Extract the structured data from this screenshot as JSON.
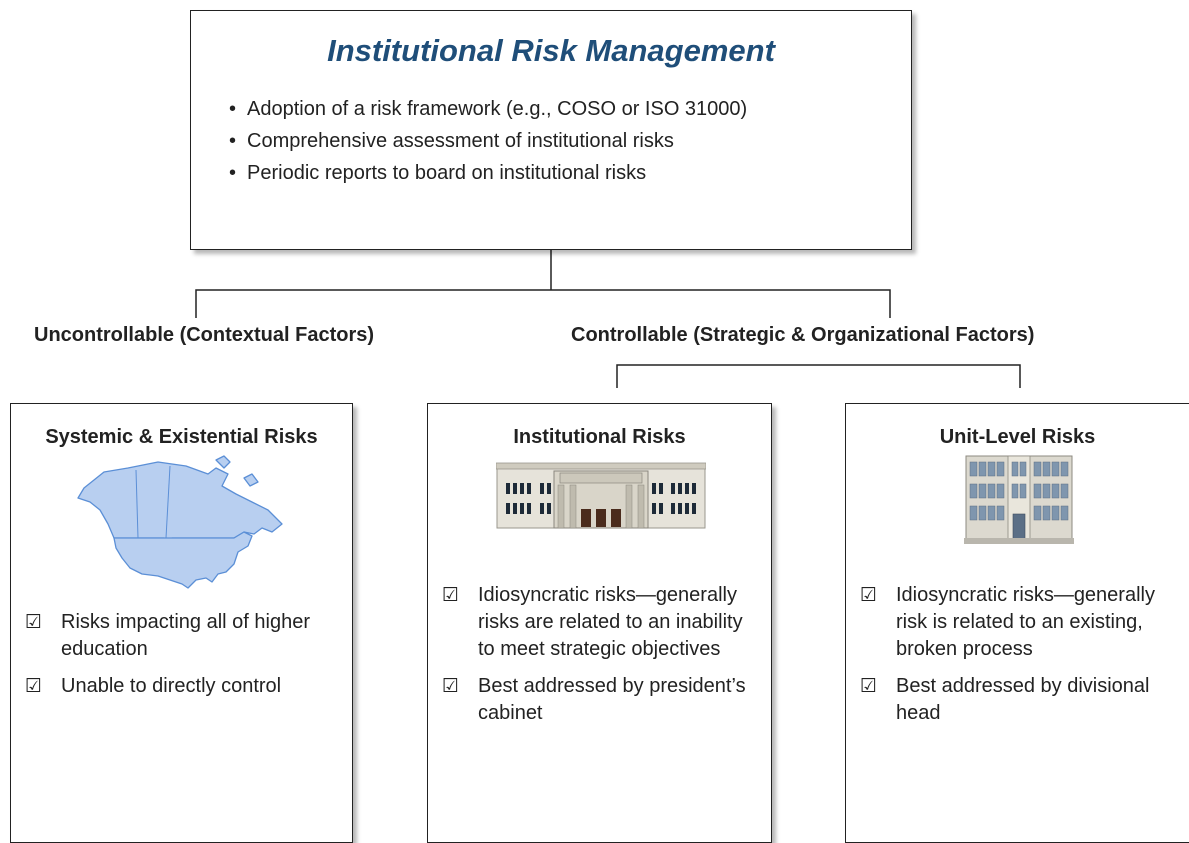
{
  "header": {
    "title": "Institutional Risk Management",
    "bullets": [
      "Adoption of a risk framework (e.g., COSO or ISO 31000)",
      "Comprehensive assessment of institutional risks",
      "Periodic reports to board on institutional risks"
    ]
  },
  "branches": {
    "uncontrollable": "Uncontrollable (Contextual Factors)",
    "controllable": "Controllable (Strategic & Organizational Factors)"
  },
  "boxes": {
    "systemic": {
      "title": "Systemic & Existential Risks",
      "icon": "north-america-map-icon",
      "items": [
        "Risks impacting all of higher education",
        "Unable to directly control"
      ]
    },
    "institutional": {
      "title": "Institutional Risks",
      "icon": "university-building-icon",
      "items": [
        "Idiosyncratic risks—generally risks are related to an inability to meet strategic objectives",
        "Best addressed by president’s cabinet"
      ]
    },
    "unit": {
      "title": "Unit-Level Risks",
      "icon": "office-building-icon",
      "items": [
        "Idiosyncratic risks—generally risk is related to an existing, broken process",
        "Best addressed by divisional head"
      ]
    }
  },
  "colors": {
    "title": "#1f4e79",
    "map_fill": "#b8cff0",
    "map_stroke": "#5b8fd6"
  }
}
